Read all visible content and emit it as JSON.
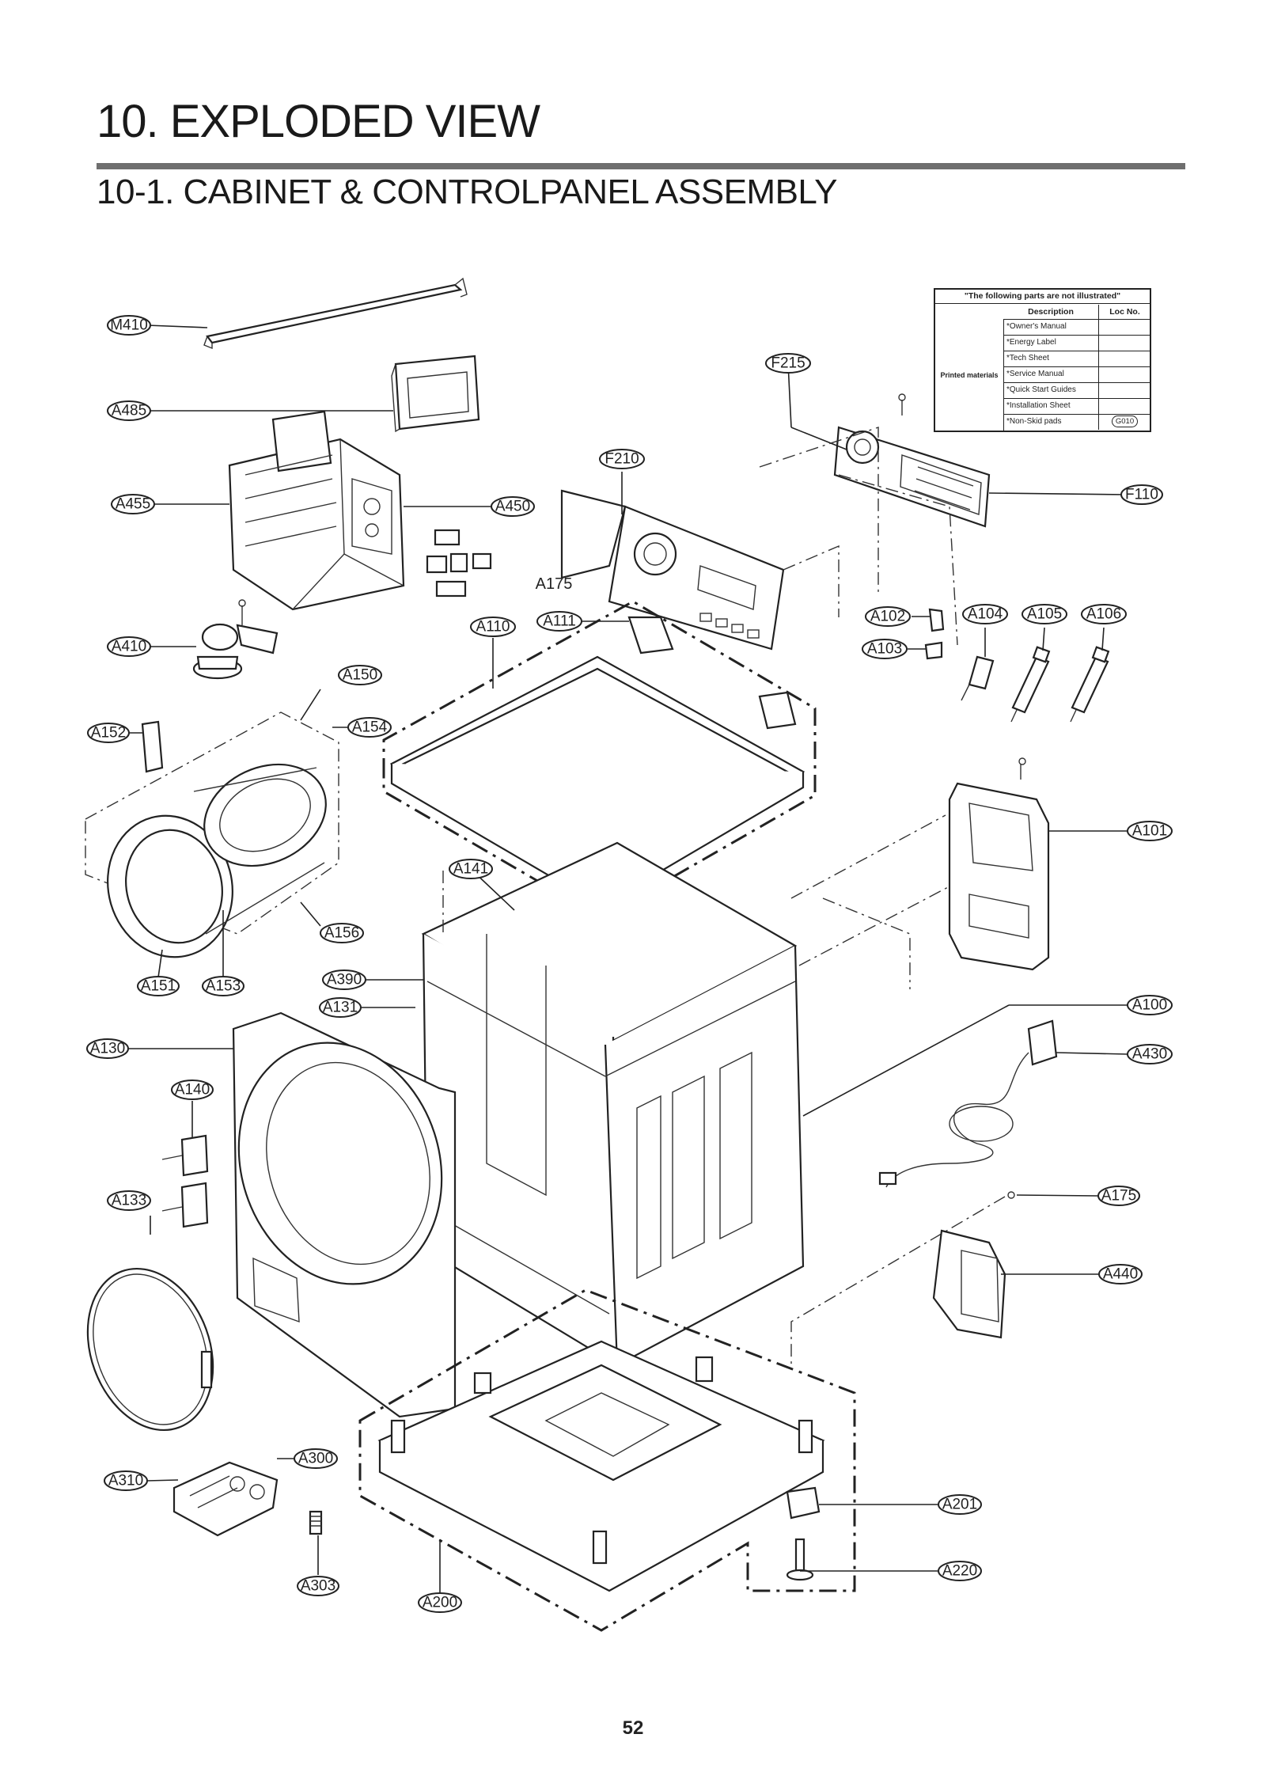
{
  "header": {
    "title": "10.   EXPLODED VIEW",
    "subtitle": "10-1.   CABINET  & CONTROLPANEL ASSEMBLY"
  },
  "note_table": {
    "title": "\"The following parts are not illustrated\"",
    "col_description": "Description",
    "col_loc": "Loc No.",
    "group_label": "Printed materials",
    "rows": [
      {
        "description": "*Owner's Manual",
        "loc": ""
      },
      {
        "description": "*Energy Label",
        "loc": ""
      },
      {
        "description": "*Tech Sheet",
        "loc": ""
      },
      {
        "description": "*Service Manual",
        "loc": ""
      },
      {
        "description": "*Quick Start Guides",
        "loc": ""
      },
      {
        "description": "*Installation Sheet",
        "loc": ""
      },
      {
        "description": "*Non-Skid pads",
        "loc": "G010"
      }
    ]
  },
  "callouts": {
    "M410": "M410",
    "A485": "A485",
    "A455": "A455",
    "A450": "A450",
    "F215": "F215",
    "F210": "F210",
    "F110": "F110",
    "A175_top": "A175",
    "A111": "A111",
    "A110": "A110",
    "A410": "A410",
    "A102": "A102",
    "A103": "A103",
    "A104": "A104",
    "A105": "A105",
    "A106": "A106",
    "A150": "A150",
    "A152": "A152",
    "A154": "A154",
    "A101": "A101",
    "A141": "A141",
    "A156": "A156",
    "A151": "A151",
    "A153": "A153",
    "A390": "A390",
    "A131": "A131",
    "A100": "A100",
    "A130": "A130",
    "A430": "A430",
    "A140": "A140",
    "A133": "A133",
    "A175": "A175",
    "A440": "A440",
    "A300": "A300",
    "A310": "A310",
    "A201": "A201",
    "A303": "A303",
    "A220": "A220",
    "A200": "A200"
  },
  "page_number": "52"
}
